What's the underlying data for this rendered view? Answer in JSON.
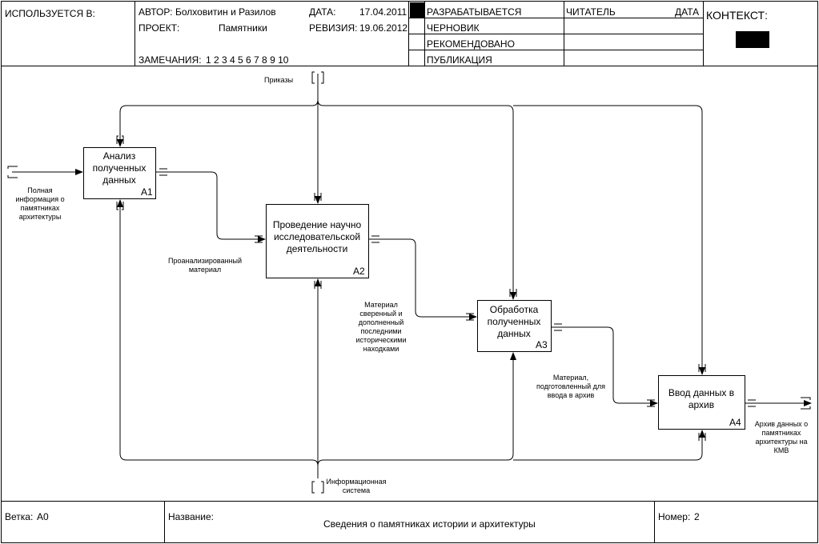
{
  "header": {
    "used_in_label": "ИСПОЛЬЗУЕТСЯ В:",
    "author_label": "АВТОР:",
    "author_value": "Болховитин и Разилов",
    "project_label": "ПРОЕКТ:",
    "project_value": "Памятники",
    "date_label": "ДАТА:",
    "date_value": "17.04.2011",
    "revision_label": "РЕВИЗИЯ:",
    "revision_value": "19.06.2012",
    "notes_label": "ЗАМЕЧАНИЯ:",
    "notes_value": "1  2  3  4  5  6  7  8  9  10",
    "status_working": "РАЗРАБАТЫВАЕТСЯ",
    "status_draft": "ЧЕРНОВИК",
    "status_recommended": "РЕКОМЕНДОВАНО",
    "status_publication": "ПУБЛИКАЦИЯ",
    "reader_label": "ЧИТАТЕЛЬ",
    "reader_date_label": "ДАТА",
    "context_label": "КОНТЕКСТ:"
  },
  "boxes": {
    "a1": {
      "label": "Анализ полученных данных",
      "node": "A1"
    },
    "a2": {
      "label": "Проведение научно исследовательской деятельности",
      "node": "A2"
    },
    "a3": {
      "label": "Обработка полученных данных",
      "node": "A3"
    },
    "a4": {
      "label": "Ввод данных в архив",
      "node": "A4"
    }
  },
  "arrows": {
    "orders": "Приказы",
    "input_info": "Полная информация о памятниках архитектуры",
    "analyzed": "Проанализированный материал",
    "verified": "Материал сверенный и дополненный последними историческими находками",
    "prepared": "Материал, подготовленный для ввода в архив",
    "output_archive": "Архив данных о памятниках архитектуры на КМВ",
    "info_system": "Информационная система"
  },
  "footer": {
    "node_label": "Ветка:",
    "node_value": "A0",
    "title_label": "Название:",
    "title_value": "Сведения о памятниках истории и архитектуры",
    "number_label": "Номер:",
    "number_value": "2"
  }
}
